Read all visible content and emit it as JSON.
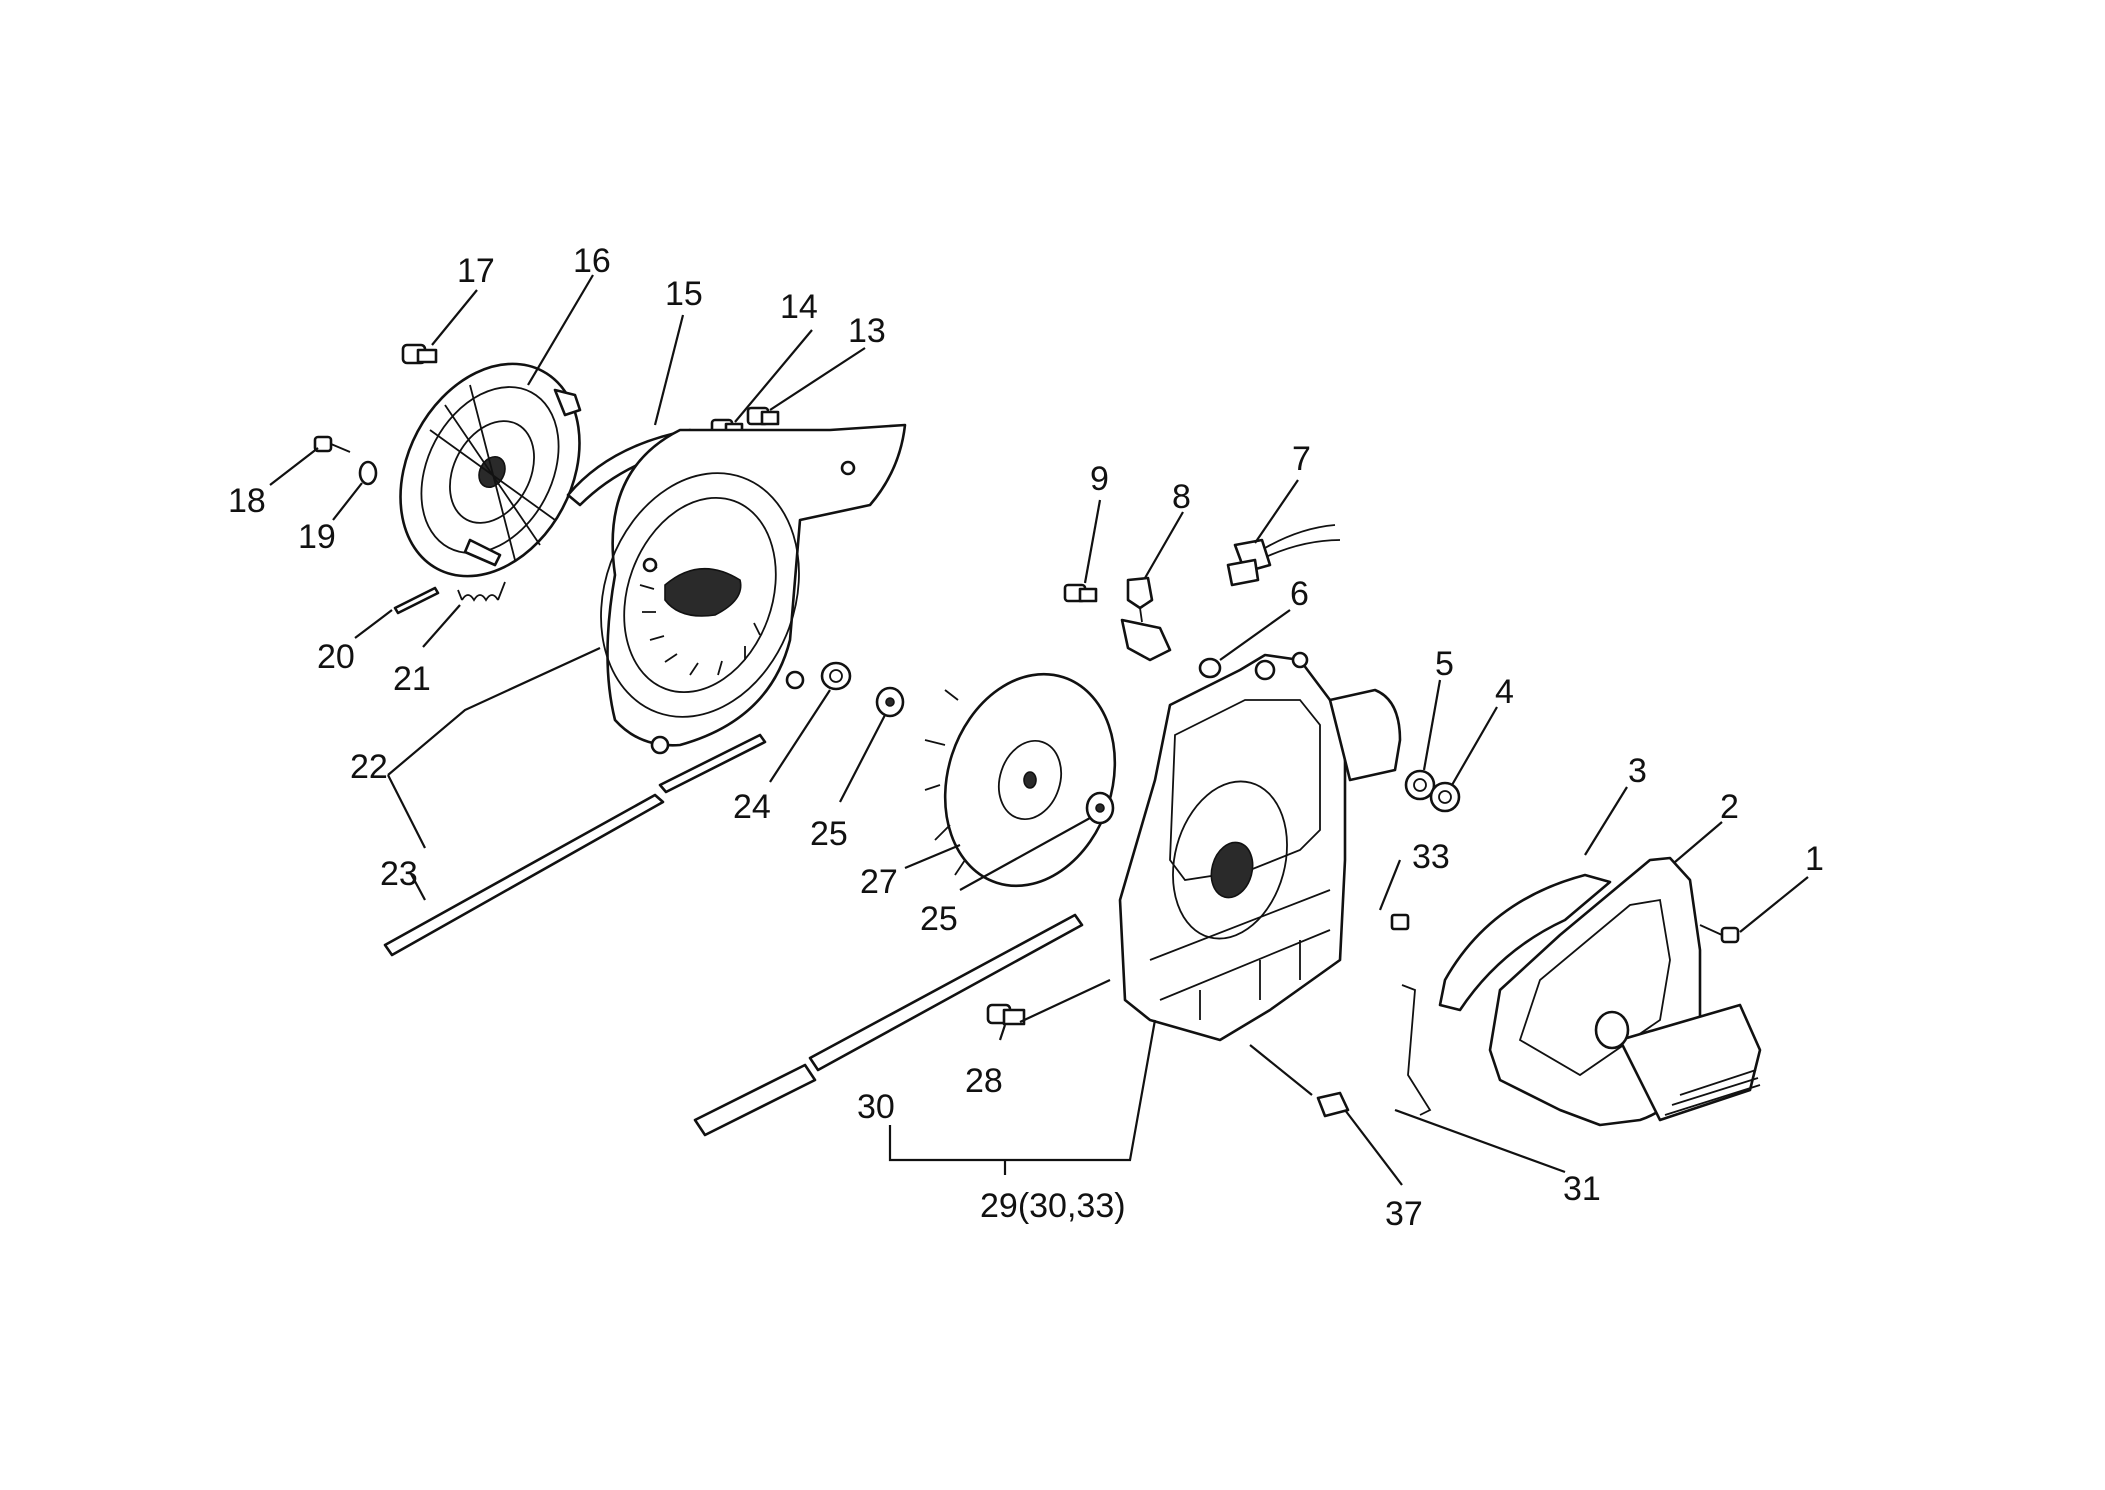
{
  "diagram": {
    "callouts": [
      {
        "id": "c1",
        "text": "1"
      },
      {
        "id": "c2",
        "text": "2"
      },
      {
        "id": "c3",
        "text": "3"
      },
      {
        "id": "c4",
        "text": "4"
      },
      {
        "id": "c5",
        "text": "5"
      },
      {
        "id": "c6",
        "text": "6"
      },
      {
        "id": "c7",
        "text": "7"
      },
      {
        "id": "c8",
        "text": "8"
      },
      {
        "id": "c9",
        "text": "9"
      },
      {
        "id": "c13",
        "text": "13"
      },
      {
        "id": "c14",
        "text": "14"
      },
      {
        "id": "c15",
        "text": "15"
      },
      {
        "id": "c16",
        "text": "16"
      },
      {
        "id": "c17",
        "text": "17"
      },
      {
        "id": "c18",
        "text": "18"
      },
      {
        "id": "c19",
        "text": "19"
      },
      {
        "id": "c20",
        "text": "20"
      },
      {
        "id": "c21",
        "text": "21"
      },
      {
        "id": "c22",
        "text": "22"
      },
      {
        "id": "c23",
        "text": "23"
      },
      {
        "id": "c24",
        "text": "24"
      },
      {
        "id": "c25a",
        "text": "25"
      },
      {
        "id": "c25b",
        "text": "25"
      },
      {
        "id": "c27",
        "text": "27"
      },
      {
        "id": "c28",
        "text": "28"
      },
      {
        "id": "c29",
        "text": "29(30,33)"
      },
      {
        "id": "c30",
        "text": "30"
      },
      {
        "id": "c31",
        "text": "31"
      },
      {
        "id": "c33",
        "text": "33"
      },
      {
        "id": "c37",
        "text": "37"
      }
    ]
  }
}
